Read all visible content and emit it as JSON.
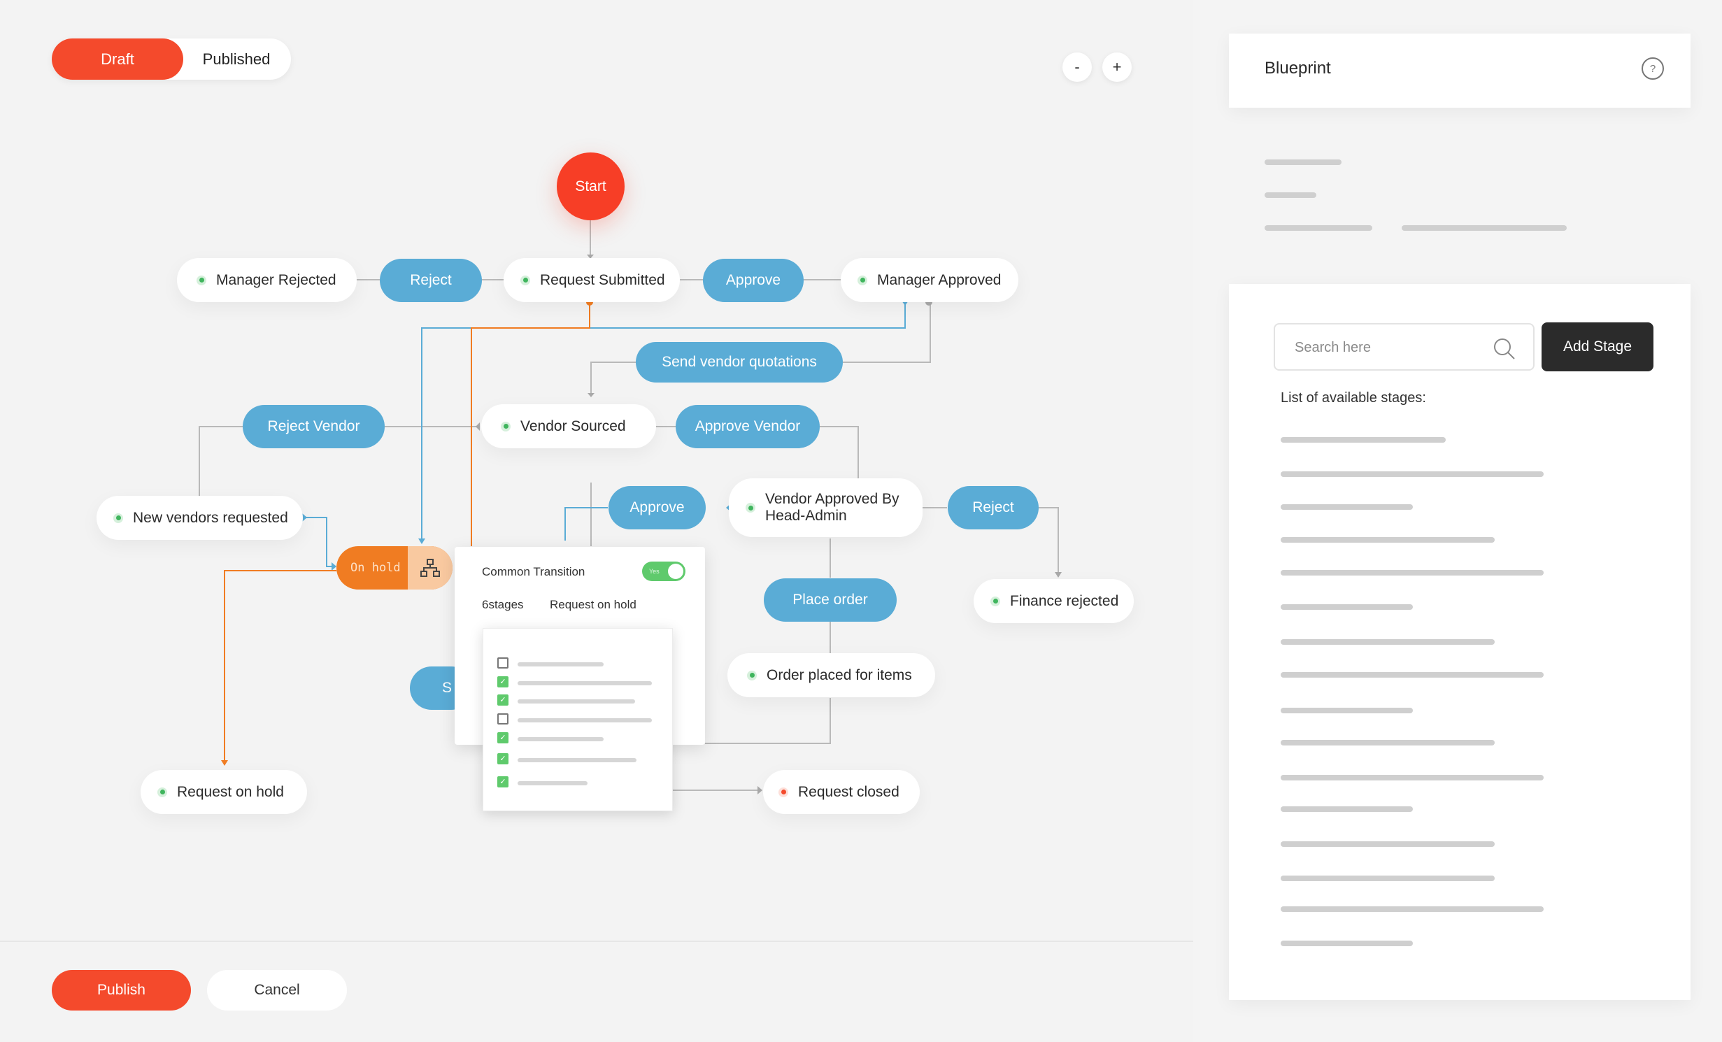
{
  "mode_toggle": {
    "draft": "Draft",
    "published": "Published"
  },
  "zoom": {
    "minus": "-",
    "plus": "+"
  },
  "flow": {
    "start": "Start",
    "stages": {
      "manager_rejected": "Manager Rejected",
      "request_submitted": "Request Submitted",
      "manager_approved": "Manager Approved",
      "vendor_sourced": "Vendor Sourced",
      "new_vendors_requested": "New vendors requested",
      "vendor_approved_line1": "Vendor Approved By",
      "vendor_approved_line2": "Head-Admin",
      "finance_rejected": "Finance rejected",
      "order_placed": "Order placed for items",
      "request_on_hold": "Request on hold",
      "request_closed": "Request closed"
    },
    "transitions": {
      "reject": "Reject",
      "approve": "Approve",
      "send_vendor_quotations": "Send vendor quotations",
      "reject_vendor": "Reject Vendor",
      "approve_vendor": "Approve Vendor",
      "approve2": "Approve",
      "reject2": "Reject",
      "place_order": "Place order",
      "partial_hidden": "S"
    },
    "on_hold": "On hold"
  },
  "popup": {
    "title": "Common Transition",
    "toggle_text": "Yes",
    "toggle_on": true,
    "stages_count": "6stages",
    "stage_name": "Request on hold",
    "checklist": [
      false,
      true,
      true,
      false,
      true,
      true,
      true
    ]
  },
  "footer": {
    "publish": "Publish",
    "cancel": "Cancel"
  },
  "sidebar": {
    "title": "Blueprint",
    "help": "?",
    "search_placeholder": "Search here",
    "add_stage": "Add Stage",
    "list_title": "List of available stages:"
  },
  "colors": {
    "accent": "#f44a2c",
    "transition": "#5aacd6",
    "on_hold": "#f07c22",
    "success": "#3fb55d",
    "dark_button": "#2b2b2b"
  }
}
